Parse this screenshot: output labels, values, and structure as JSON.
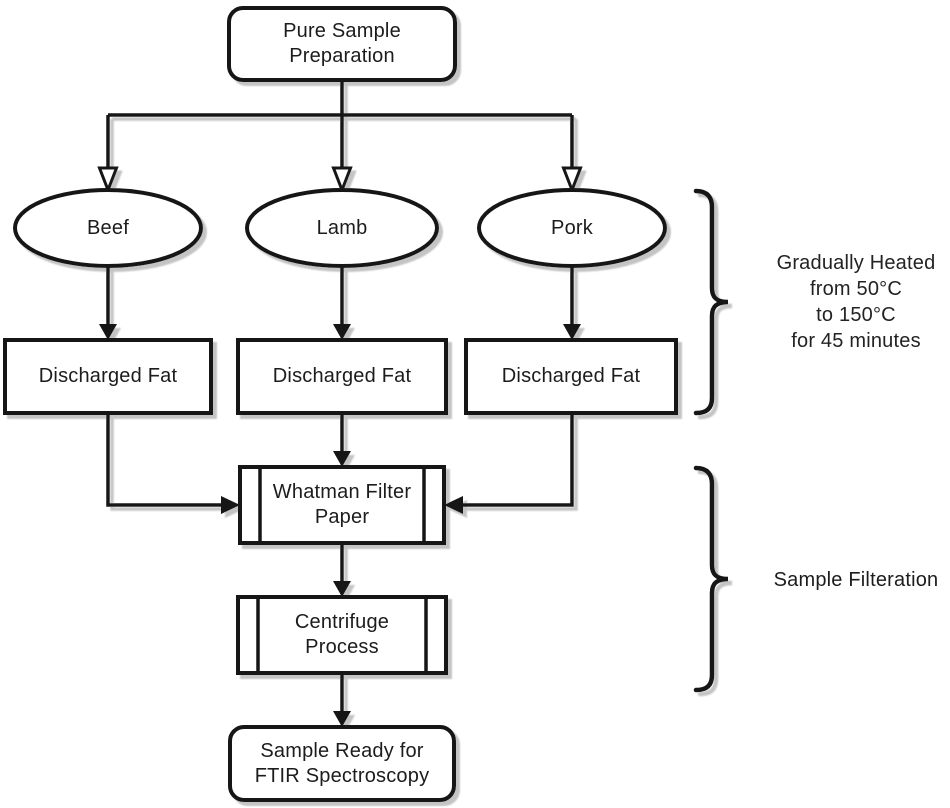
{
  "diagram": {
    "description": "Flowchart of pure meat sample preparation for FTIR spectroscopy",
    "nodes": {
      "pure_sample_preparation": {
        "label": "Pure Sample Preparation",
        "shape": "rounded-rect"
      },
      "beef": {
        "label": "Beef",
        "shape": "ellipse"
      },
      "lamb": {
        "label": "Lamb",
        "shape": "ellipse"
      },
      "pork": {
        "label": "Pork",
        "shape": "ellipse"
      },
      "discharged_fat_beef": {
        "label": "Discharged Fat",
        "shape": "rect"
      },
      "discharged_fat_lamb": {
        "label": "Discharged Fat",
        "shape": "rect"
      },
      "discharged_fat_pork": {
        "label": "Discharged Fat",
        "shape": "rect"
      },
      "whatman_filter_paper": {
        "label": "Whatman Filter Paper",
        "shape": "predefined-process"
      },
      "centrifuge_process": {
        "label": "Centrifuge Process",
        "shape": "predefined-process"
      },
      "sample_ready_for_ftir": {
        "label": "Sample Ready for FTIR Spectroscopy",
        "shape": "rounded-rect"
      }
    },
    "edges": [
      {
        "from": "pure_sample_preparation",
        "to": "beef",
        "arrowhead": "hollow"
      },
      {
        "from": "pure_sample_preparation",
        "to": "lamb",
        "arrowhead": "hollow"
      },
      {
        "from": "pure_sample_preparation",
        "to": "pork",
        "arrowhead": "hollow"
      },
      {
        "from": "beef",
        "to": "discharged_fat_beef",
        "arrowhead": "solid"
      },
      {
        "from": "lamb",
        "to": "discharged_fat_lamb",
        "arrowhead": "solid"
      },
      {
        "from": "pork",
        "to": "discharged_fat_pork",
        "arrowhead": "solid"
      },
      {
        "from": "discharged_fat_beef",
        "to": "whatman_filter_paper",
        "arrowhead": "solid"
      },
      {
        "from": "discharged_fat_lamb",
        "to": "whatman_filter_paper",
        "arrowhead": "solid"
      },
      {
        "from": "discharged_fat_pork",
        "to": "whatman_filter_paper",
        "arrowhead": "solid"
      },
      {
        "from": "whatman_filter_paper",
        "to": "centrifuge_process",
        "arrowhead": "solid"
      },
      {
        "from": "centrifuge_process",
        "to": "sample_ready_for_ftir",
        "arrowhead": "solid"
      }
    ],
    "annotations": {
      "heating": {
        "lines": [
          "Gradually Heated",
          "from 50°C",
          "to 150°C",
          "for 45 minutes"
        ]
      },
      "filtration": {
        "label": "Sample Filteration"
      }
    },
    "colors": {
      "stroke": "#141414",
      "fill": "#ffffff",
      "shadow": "#c4c4c4",
      "text": "#1c1c1c"
    }
  }
}
